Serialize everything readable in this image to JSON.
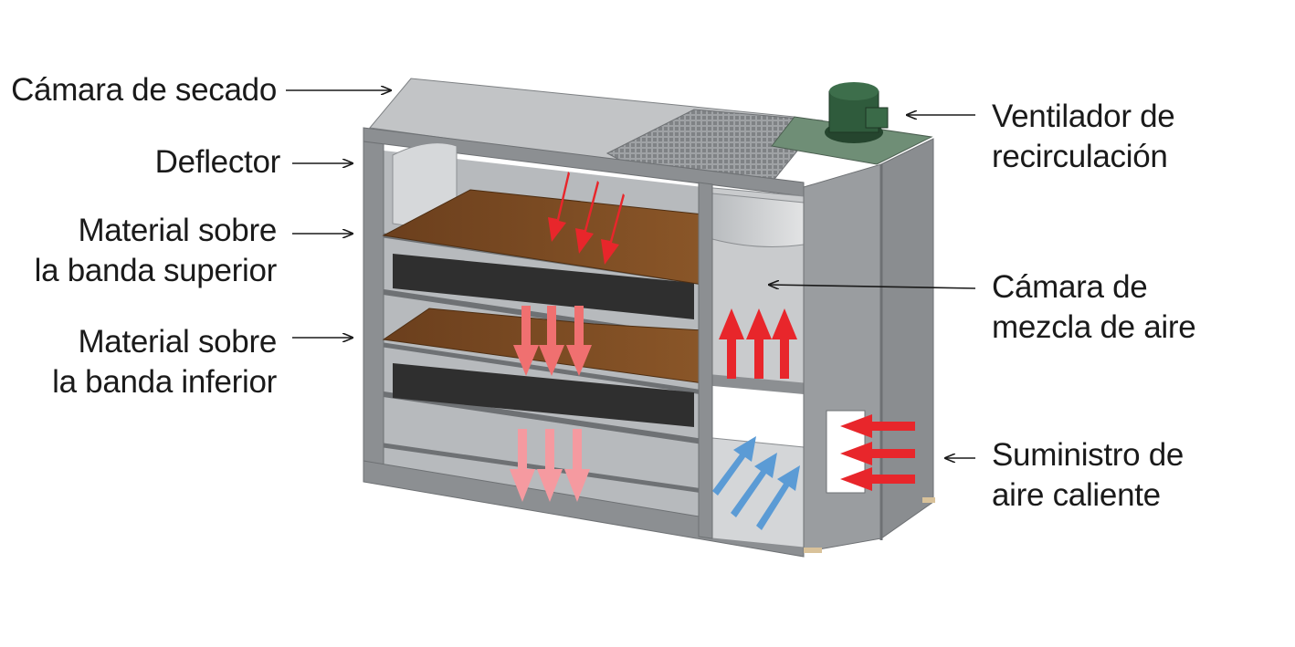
{
  "labels": {
    "camara_secado": "Cámara de secado",
    "deflector": "Deflector",
    "material_superior": [
      "Material sobre",
      "la banda superior"
    ],
    "material_inferior": [
      "Material sobre",
      "la banda inferior"
    ],
    "ventilador": [
      "Ventilador de",
      "recirculación"
    ],
    "camara_mezcla": [
      "Cámara de",
      "mezcla de aire"
    ],
    "suministro": [
      "Suministro de",
      "aire caliente"
    ]
  },
  "colors": {
    "frame": "#8c8f92",
    "frame_dark": "#6e7174",
    "frame_light": "#c4c6c8",
    "material": "#7a4a24",
    "belt": "#2b2b2b",
    "motor": "#2f5b3c",
    "hot_air": "#e8262b",
    "warm_air": "#f07070",
    "mild_air": "#f59aa0",
    "cool_air": "#5b9bd5",
    "text": "#1a1a1a"
  }
}
